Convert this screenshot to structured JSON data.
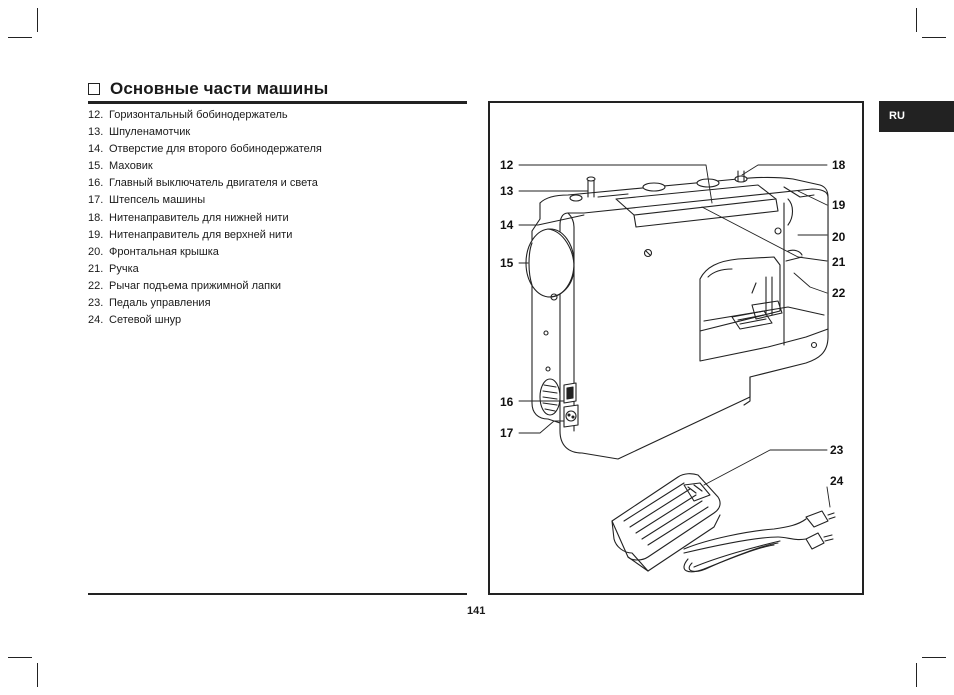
{
  "header": {
    "title": "Основные части машины"
  },
  "parts": [
    {
      "num": "12.",
      "label": "Горизонтальный бобинодержатель"
    },
    {
      "num": "13.",
      "label": "Шпуленамотчик"
    },
    {
      "num": "14.",
      "label": "Отверстие для второго бобинодержателя"
    },
    {
      "num": "15.",
      "label": "Маховик"
    },
    {
      "num": "16.",
      "label": "Главный выключатель двигателя и света"
    },
    {
      "num": "17.",
      "label": "Штепсель машины"
    },
    {
      "num": "18.",
      "label": "Нитенаправитель для нижней нити"
    },
    {
      "num": "19.",
      "label": "Нитенаправитель для верхней нити"
    },
    {
      "num": "20.",
      "label": "Фронтальная крышка"
    },
    {
      "num": "21.",
      "label": "Ручка"
    },
    {
      "num": "22.",
      "label": "Рычаг подъема прижимной лапки"
    },
    {
      "num": "23.",
      "label": "Педаль управления"
    },
    {
      "num": "24.",
      "label": "Сетевой шнур"
    }
  ],
  "figure": {
    "callouts": {
      "c12": "12",
      "c13": "13",
      "c14": "14",
      "c15": "15",
      "c16": "16",
      "c17": "17",
      "c18": "18",
      "c19": "19",
      "c20": "20",
      "c21": "21",
      "c22": "22",
      "c23": "23",
      "c24": "24"
    }
  },
  "language_tab": "RU",
  "page_number": "141"
}
